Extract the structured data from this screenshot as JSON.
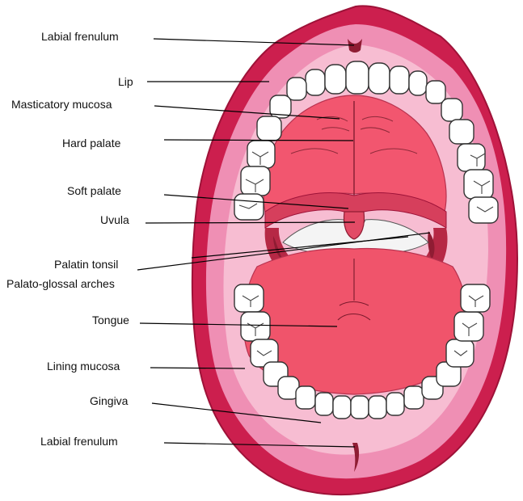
{
  "diagram": {
    "labels": [
      {
        "id": "labial-frenulum-upper",
        "text": "Labial frenulum"
      },
      {
        "id": "lip",
        "text": "Lip"
      },
      {
        "id": "masticatory-mucosa",
        "text": "Masticatory mucosa"
      },
      {
        "id": "hard-palate",
        "text": "Hard palate"
      },
      {
        "id": "soft-palate",
        "text": "Soft palate"
      },
      {
        "id": "uvula",
        "text": "Uvula"
      },
      {
        "id": "palatin-tonsil",
        "text": "Palatin tonsil"
      },
      {
        "id": "palato-glossal-arches",
        "text": "Palato-glossal arches"
      },
      {
        "id": "tongue",
        "text": "Tongue"
      },
      {
        "id": "lining-mucosa",
        "text": "Lining mucosa"
      },
      {
        "id": "gingiva",
        "text": "Gingiva"
      },
      {
        "id": "labial-frenulum-lower",
        "text": "Labial frenulum"
      }
    ],
    "colors": {
      "lip": "#cc1f4e",
      "lip_dark": "#9e1238",
      "mucosa": "#ef8fb4",
      "mucosa_light": "#f7bdd2",
      "palate": "#f2566f",
      "palate_dark": "#d63f5c",
      "throat": "#f4f4f4",
      "tongue": "#f0546b",
      "tooth": "#ffffff"
    }
  }
}
